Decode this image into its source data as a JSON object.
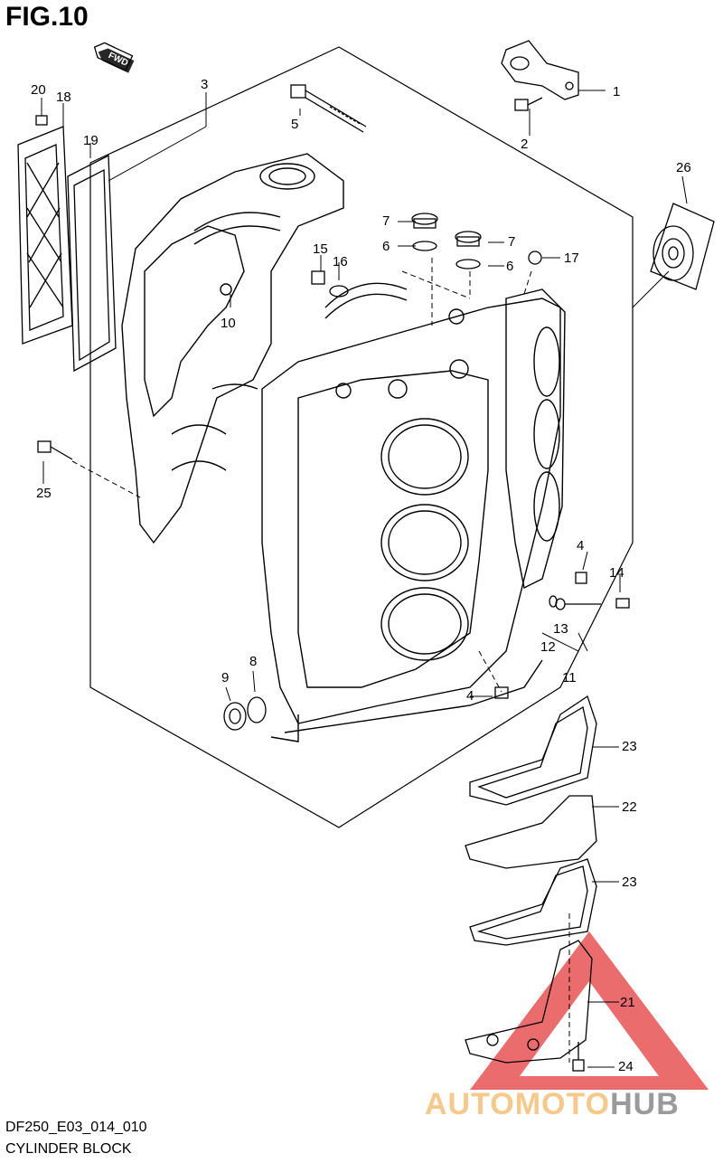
{
  "figure": {
    "title": "FIG.10",
    "code": "DF250_E03_014_010",
    "name": "CYLINDER BLOCK",
    "fwd_label": "FWD"
  },
  "callouts": [
    "1",
    "2",
    "3",
    "4",
    "4",
    "5",
    "6",
    "6",
    "7",
    "7",
    "8",
    "9",
    "10",
    "11",
    "12",
    "13",
    "14",
    "15",
    "16",
    "17",
    "18",
    "19",
    "20",
    "21",
    "22",
    "23",
    "23",
    "24",
    "25",
    "26"
  ],
  "watermark": {
    "part1": "AUTO",
    "part2": "MOTO",
    "part3": "HUB",
    "color_auto": "#f6c98a",
    "color_hub": "#9a9a9a",
    "triangle_color": "#e53b3b"
  }
}
